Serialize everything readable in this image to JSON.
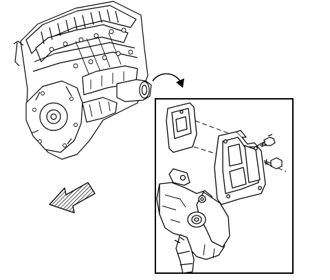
{
  "diagram": {
    "background": "#ffffff",
    "line_color": "#000000",
    "shade_color": "#e6e6e6",
    "parts": [
      "engine-block",
      "exhaust-outlet",
      "callout-arrow",
      "detail-frame",
      "upper-gasket",
      "lower-gasket",
      "bolt-upper",
      "bolt-lower",
      "exhaust-manifold-flange",
      "direction-arrow"
    ]
  }
}
